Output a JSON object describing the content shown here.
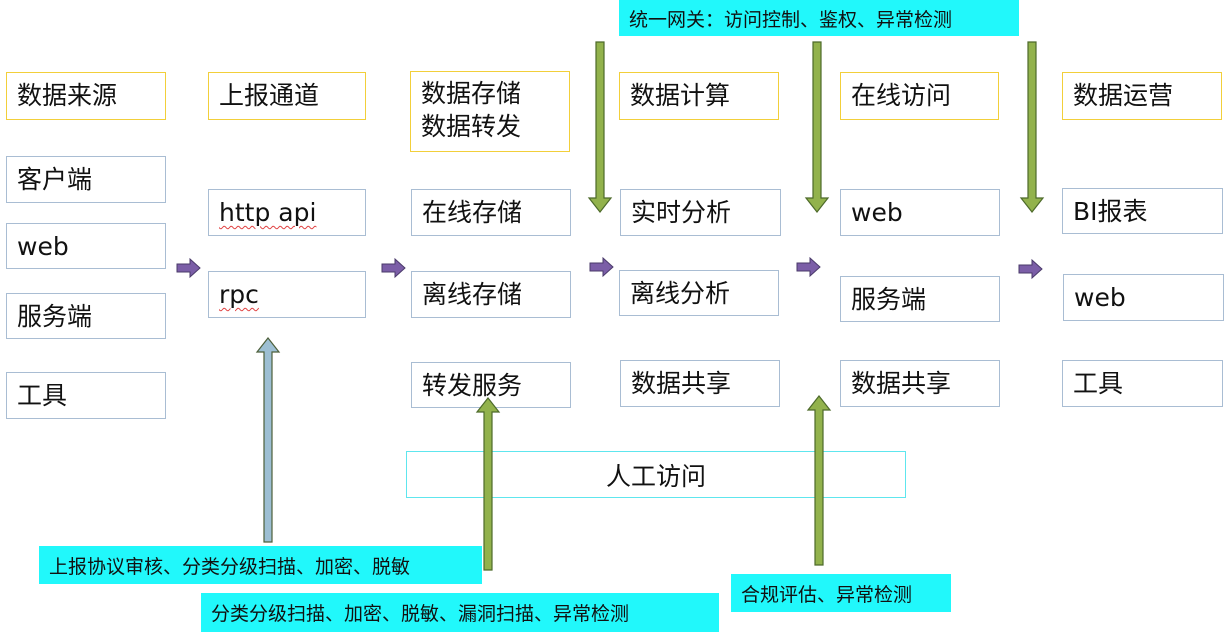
{
  "title_fragment": "",
  "gateway_label": "统一网关：访问控制、鉴权、异常检测",
  "columns": [
    {
      "header": "数据来源",
      "items": [
        "客户端",
        "web",
        "服务端",
        "工具"
      ]
    },
    {
      "header": "上报通道",
      "items": [
        "http api",
        "rpc"
      ]
    },
    {
      "header": "数据存储\n数据转发",
      "items": [
        "在线存储",
        "离线存储",
        "转发服务"
      ]
    },
    {
      "header": "数据计算",
      "items": [
        "实时分析",
        "离线分析",
        "数据共享"
      ]
    },
    {
      "header": "在线访问",
      "items": [
        "web",
        "服务端",
        "数据共享"
      ]
    },
    {
      "header": "数据运营",
      "items": [
        "BI报表",
        "web",
        "工具"
      ]
    }
  ],
  "human_access": "人工访问",
  "security_labels": {
    "report": "上报协议审核、分类分级扫描、加密、脱敏",
    "storage": "分类分级扫描、加密、脱敏、漏洞扫描、异常检测",
    "access": "合规评估、异常检测"
  },
  "colors": {
    "header_border": "#f2cf3a",
    "item_border": "#a9bdd3",
    "label_bg": "#21f8fb",
    "green_arrow": "#92b24c",
    "blue_arrow": "#9dbfd3",
    "flow_arrow": "#7b5ea7"
  }
}
